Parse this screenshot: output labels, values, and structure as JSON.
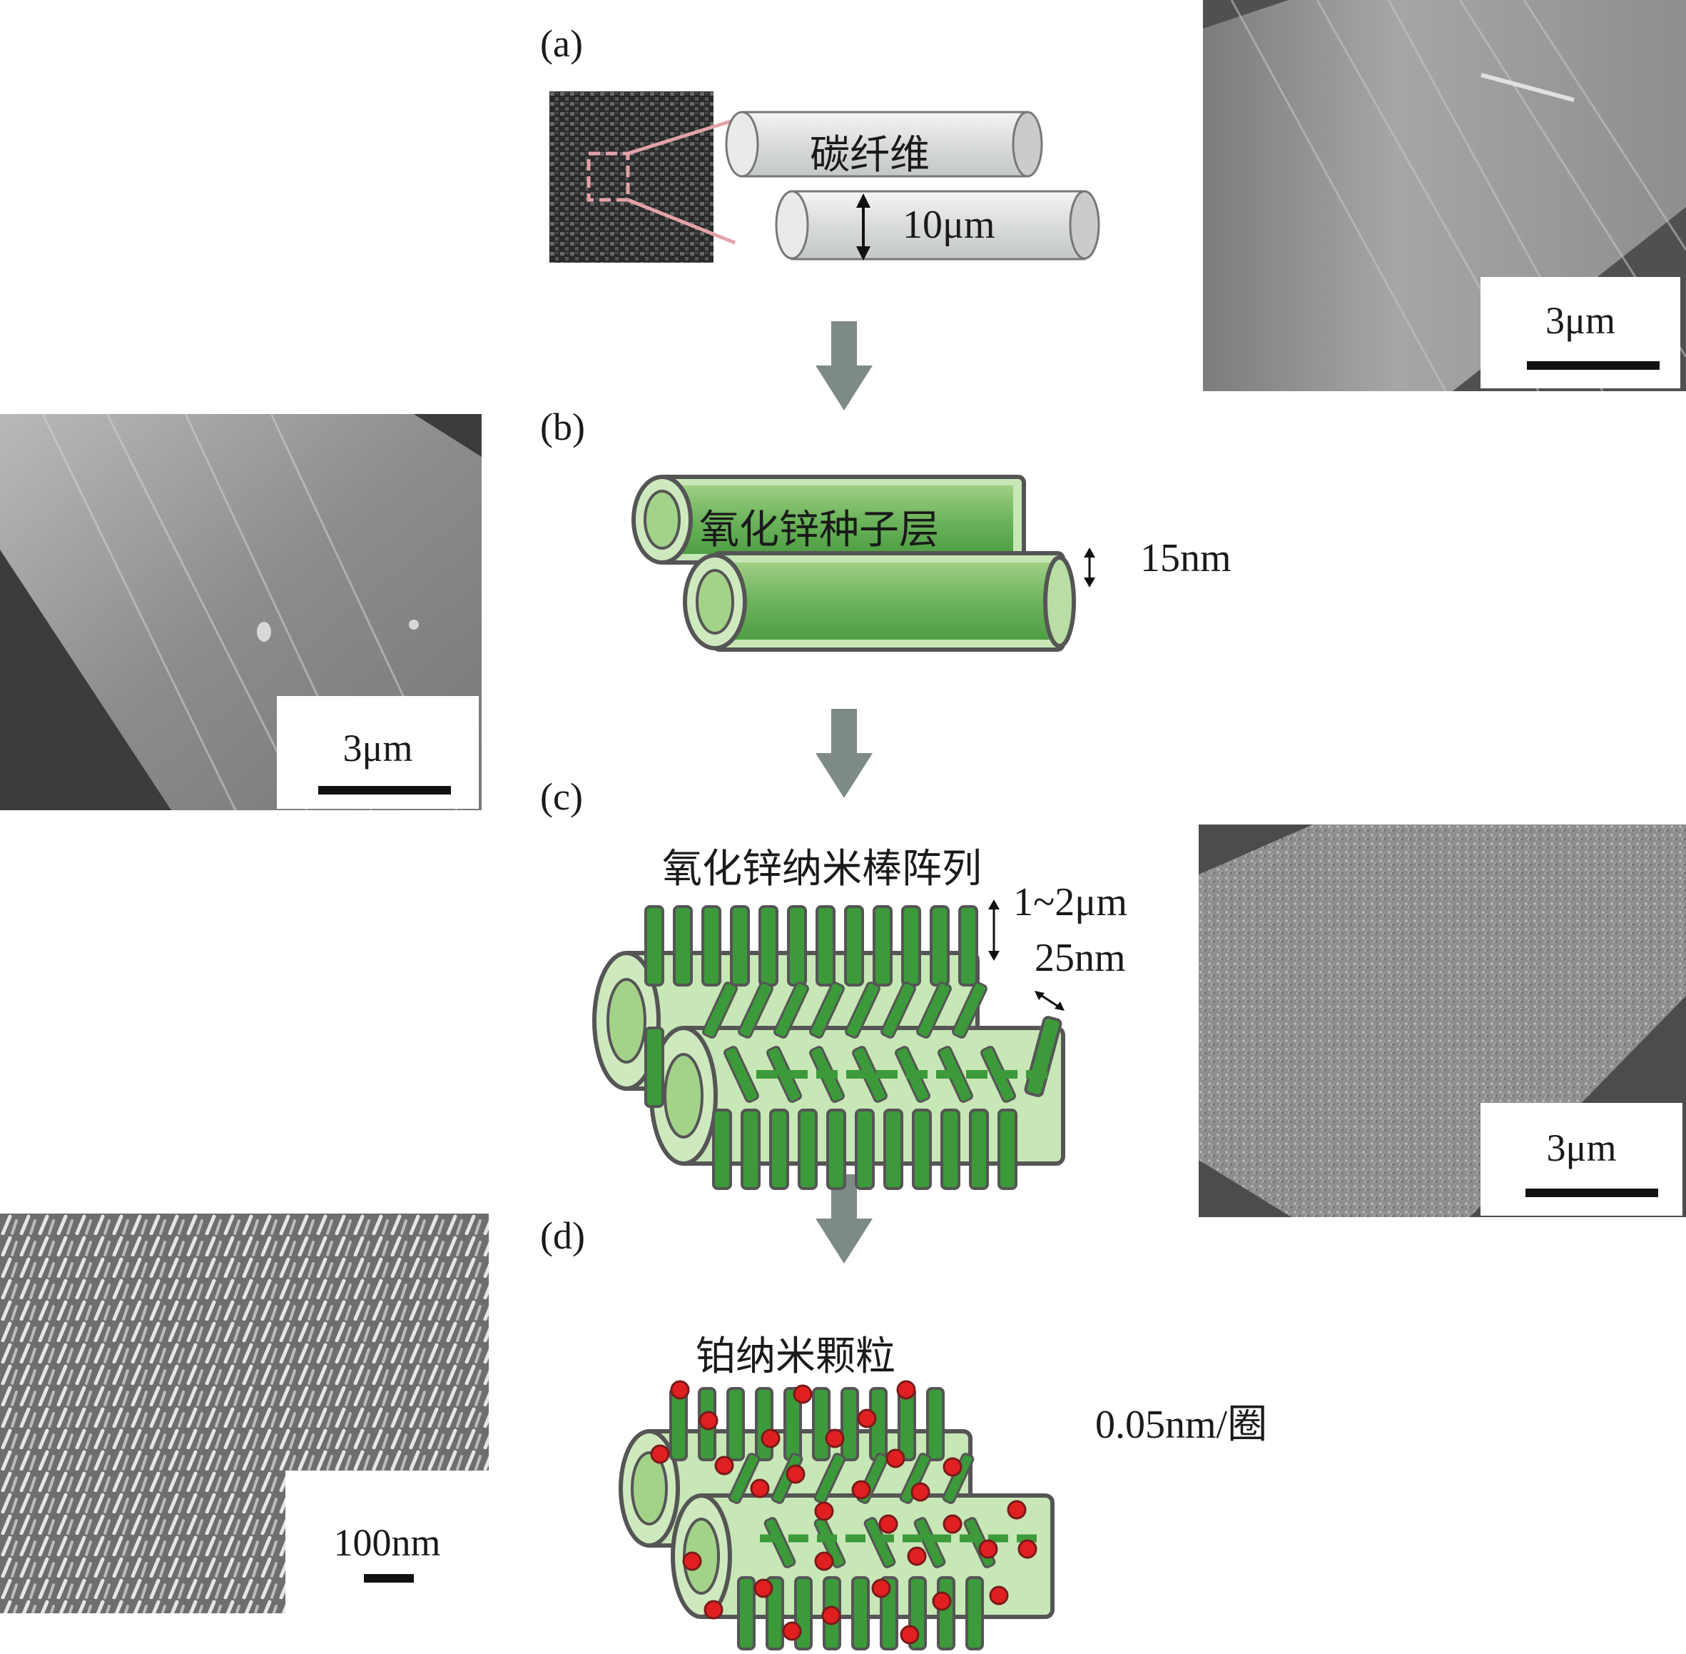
{
  "panels": {
    "a": {
      "letter": "(a)",
      "fiber_label": "碳纤维",
      "diameter_label": "10μm",
      "sem_scale": "3μm"
    },
    "b": {
      "letter": "(b)",
      "layer_label": "氧化锌种子层",
      "thickness_label": "15nm",
      "sem_scale": "3μm"
    },
    "c": {
      "letter": "(c)",
      "array_label": "氧化锌纳米棒阵列",
      "length_label": "1~2μm",
      "width_label": "25nm",
      "sem_scale": "3μm"
    },
    "d": {
      "letter": "(d)",
      "particle_label": "铂纳米颗粒",
      "rate_label": "0.05nm/圈",
      "sem_scale": "100nm"
    }
  },
  "colors": {
    "arrow": "#7e8a84",
    "green_dark": "#3c9a3a",
    "green_light": "#b9dca6",
    "outline": "#555555",
    "platinum": "#e02020",
    "sem_gray": "#8a8a8a"
  },
  "icons": [
    "down-arrow-icon",
    "double-arrow-icon"
  ]
}
